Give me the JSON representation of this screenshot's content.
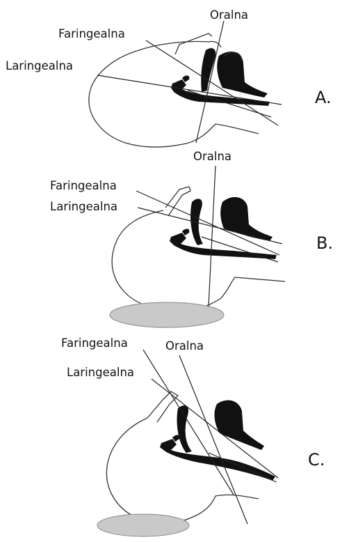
{
  "panels": [
    {
      "letter": "A.",
      "labels": {
        "oral": "Oralna",
        "pharyngeal": "Faringealna",
        "laryngeal": "Laringealna"
      }
    },
    {
      "letter": "B.",
      "labels": {
        "oral": "Oralna",
        "pharyngeal": "Faringealna",
        "laryngeal": "Laringealna"
      }
    },
    {
      "letter": "C.",
      "labels": {
        "oral": "Oralna",
        "pharyngeal": "Faringealna",
        "laryngeal": "Laringealna"
      }
    }
  ],
  "colors": {
    "line": "#222222",
    "pad": "#c9c9c9",
    "fill": "#111111"
  }
}
